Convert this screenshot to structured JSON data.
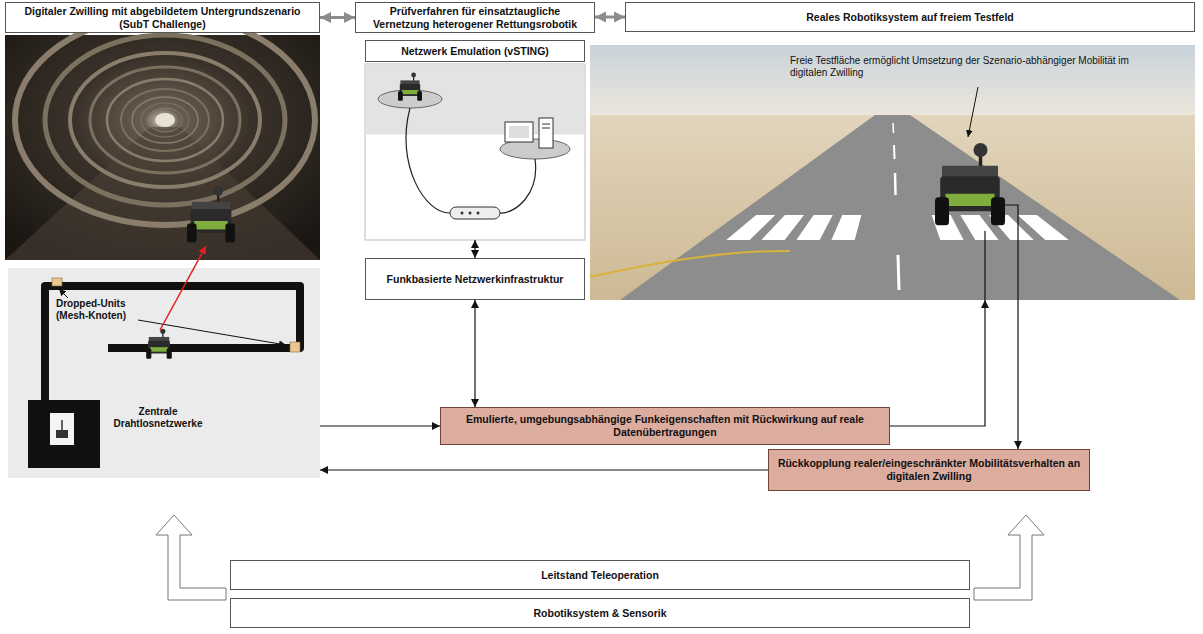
{
  "diagram": {
    "nodes": [
      {
        "text": [
          "Digitaler Zwilling mit abgebildetem Untergrundszenario (SubT Challenge)"
        ]
      },
      {
        "text": [
          "Prüfverfahren für einsatztaugliche Vernetzung heterogener Rettungsrobotik"
        ]
      },
      {
        "text": [
          "Reales Robotiksystem auf freiem Testfeld"
        ]
      },
      {
        "text": [
          "Netzwerk Emulation (vSTING)"
        ]
      },
      {
        "text": [
          "Freie Testfläche ermöglicht Umsetzung der Szenario-abhängiger Mobilität im digitalen Zwilling"
        ]
      },
      {
        "text": [
          "Funkbasierte Netzwerkinfrastruktur"
        ]
      },
      {
        "text": [
          "Dropped-Units (Mesh-Knoten)",
          "Zentrale Drahtlosnetzwerke"
        ]
      },
      {
        "text": [
          "Emulierte, umgebungsabhängige Funkeigenschaften mit Rückwirkung auf reale Datenübertragungen"
        ]
      },
      {
        "text": [
          "Rückkopplung realer/eingeschränkter Mobilitätsverhalten an digitalen Zwilling"
        ]
      },
      {
        "text": [
          "Leitstand Teleoperation"
        ]
      },
      {
        "text": [
          "Robotiksystem & Sensorik"
        ]
      }
    ],
    "edges": [
      {
        "from": 0,
        "to": 1,
        "arrow": "both"
      },
      {
        "from": 1,
        "to": 2,
        "arrow": "both"
      },
      {
        "from": 3,
        "to": 5,
        "arrow": "both"
      },
      {
        "from": 5,
        "to": 7,
        "arrow": "both"
      },
      {
        "from": 6,
        "to": 7,
        "arrow": "to"
      },
      {
        "from": 7,
        "to": 4,
        "arrow": "to"
      },
      {
        "from": 4,
        "to": 8,
        "arrow": "to"
      },
      {
        "from": 8,
        "to": 6,
        "arrow": "to"
      }
    ]
  }
}
